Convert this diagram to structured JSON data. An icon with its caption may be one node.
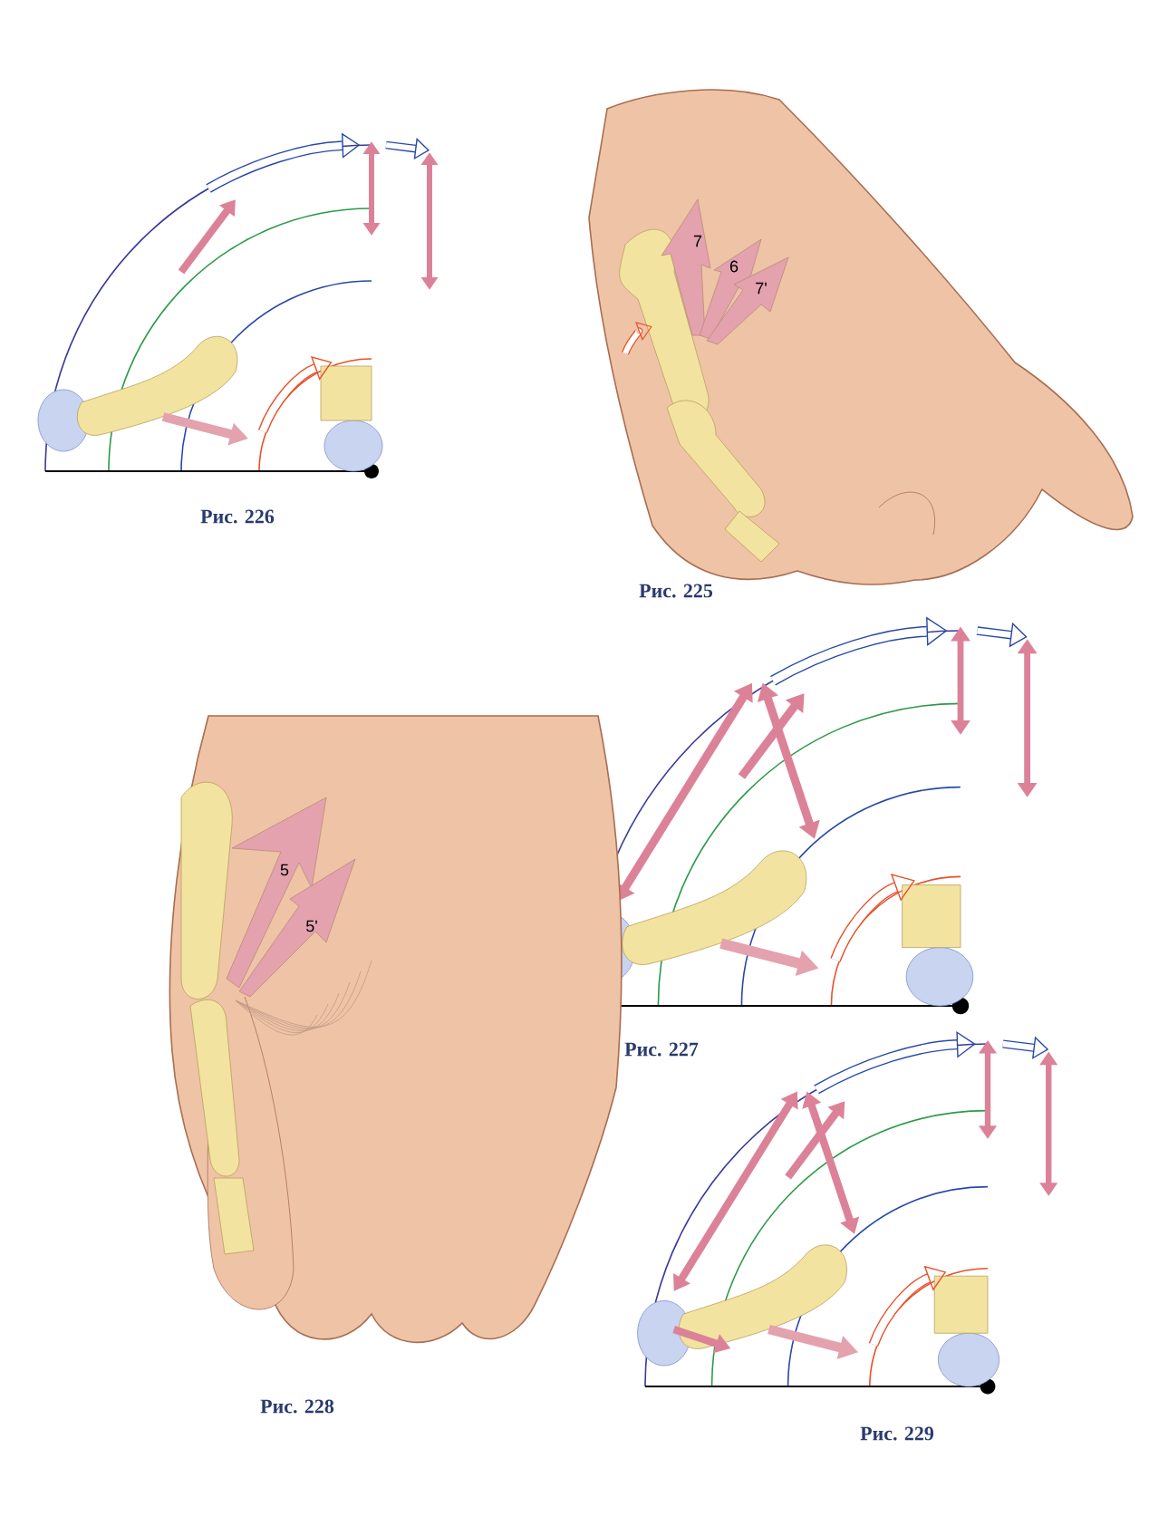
{
  "diagram": {
    "labels": [
      "7",
      "6",
      "7'",
      "Рис. 226",
      "Рис. 225",
      "5",
      "5'",
      "Рис. 227",
      "Рис. 228",
      "Рис. 229"
    ]
  }
}
